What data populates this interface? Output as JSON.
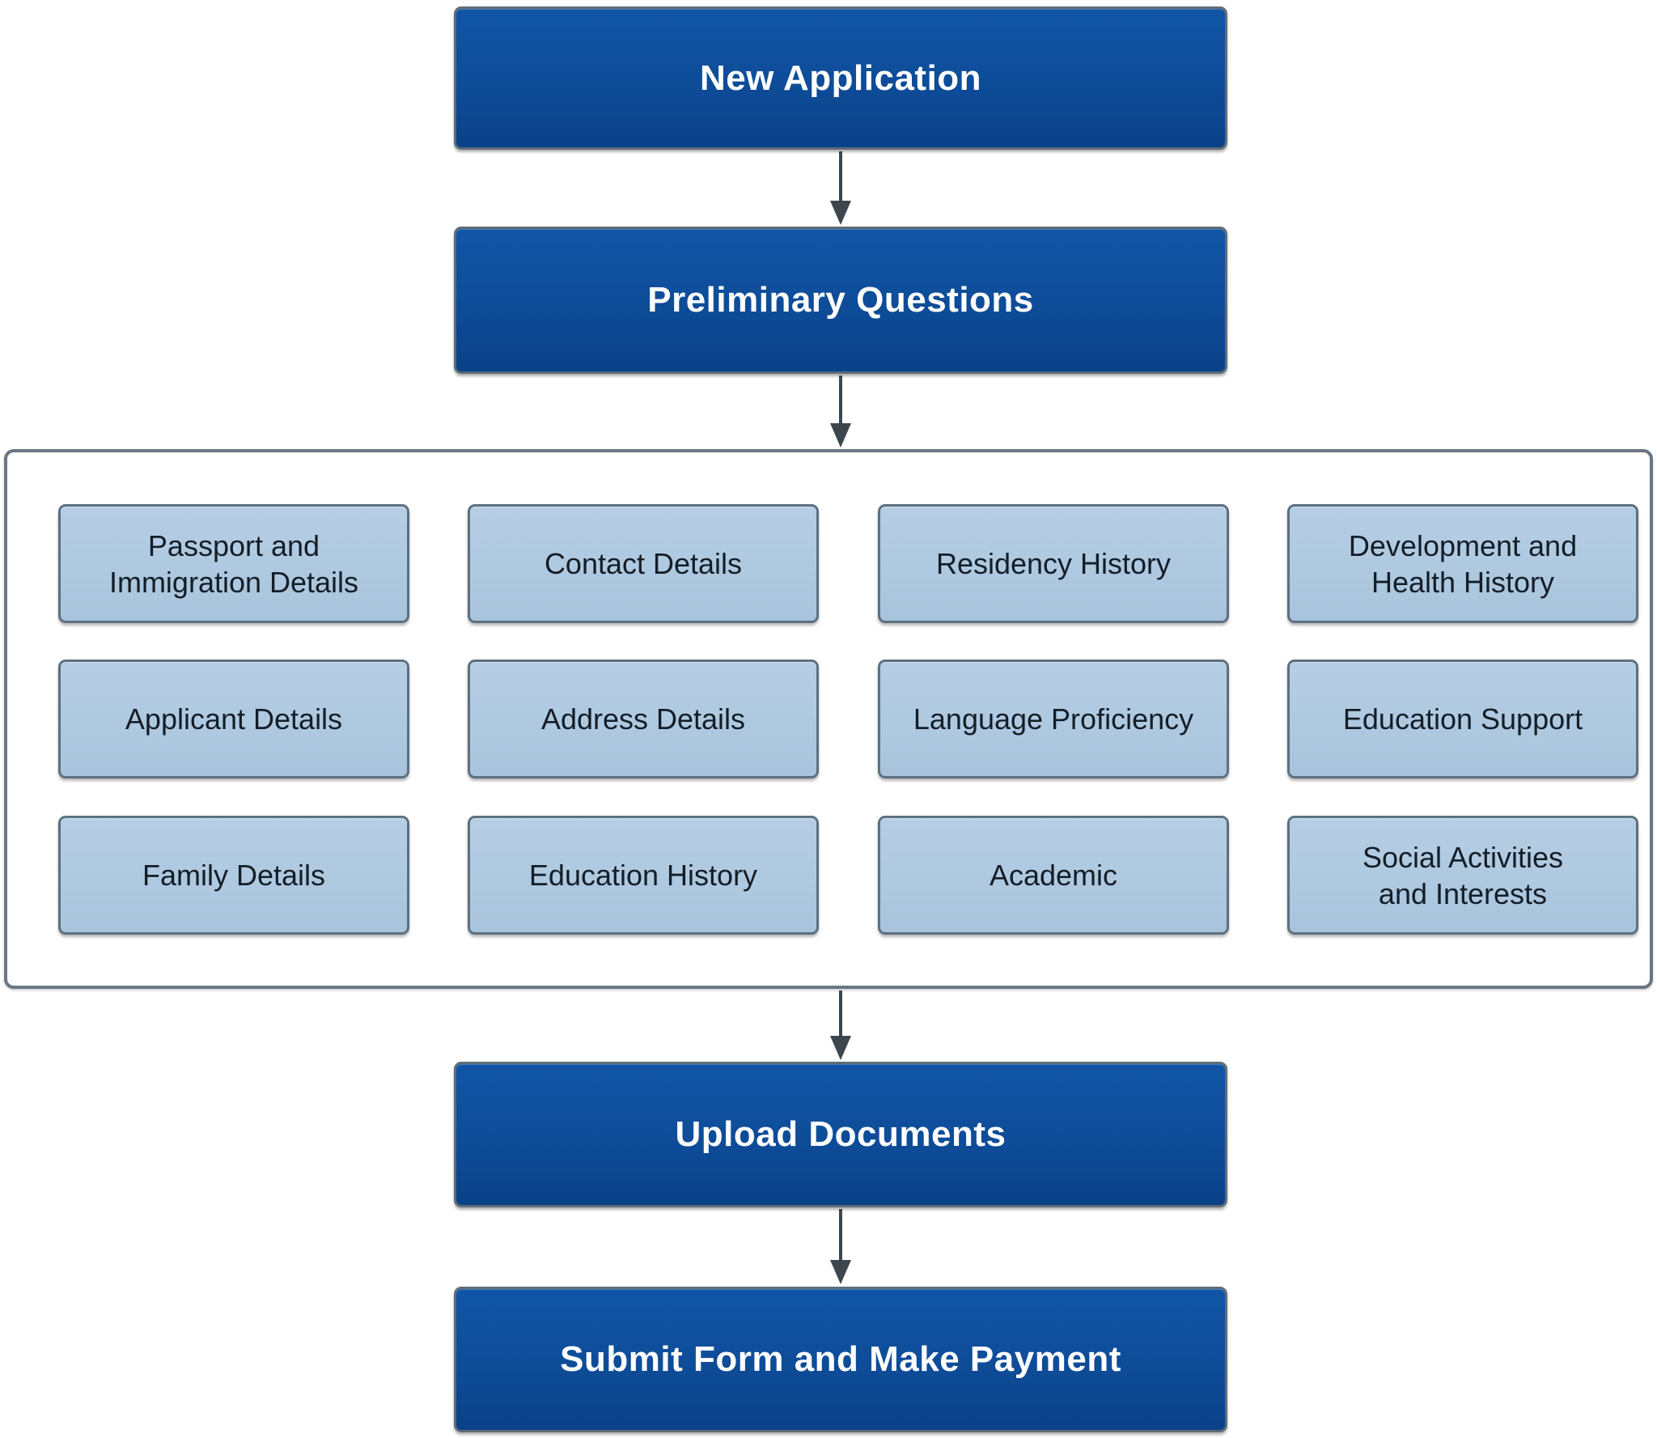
{
  "palette": {
    "dark_fill": "#0e4c98",
    "dark_fill_top": "#1155a6",
    "dark_fill_bottom": "#0a4187",
    "dark_border": "#5d6d79",
    "dark_text": "#ffffff",
    "light_fill": "#aec9e0",
    "light_fill_top": "#b7cee4",
    "light_fill_bottom": "#a8c3db",
    "light_border": "#5c7080",
    "light_text": "#141e28",
    "container_border": "#6a7682",
    "arrow": "#3e464d",
    "background": "#ffffff"
  },
  "flow": {
    "new_application": {
      "label": "New Application"
    },
    "preliminary_questions": {
      "label": "Preliminary Questions"
    },
    "upload_documents": {
      "label": "Upload Documents"
    },
    "submit_form_and_make_payment": {
      "label": "Submit Form and Make Payment"
    }
  },
  "question_sections": {
    "rows": [
      [
        "Passport and\nImmigration Details",
        "Contact Details",
        "Residency History",
        "Development and\nHealth History"
      ],
      [
        "Applicant Details",
        "Address Details",
        "Language Proficiency",
        "Education Support"
      ],
      [
        "Family Details",
        "Education History",
        "Academic",
        "Social Activities\nand Interests"
      ]
    ]
  }
}
